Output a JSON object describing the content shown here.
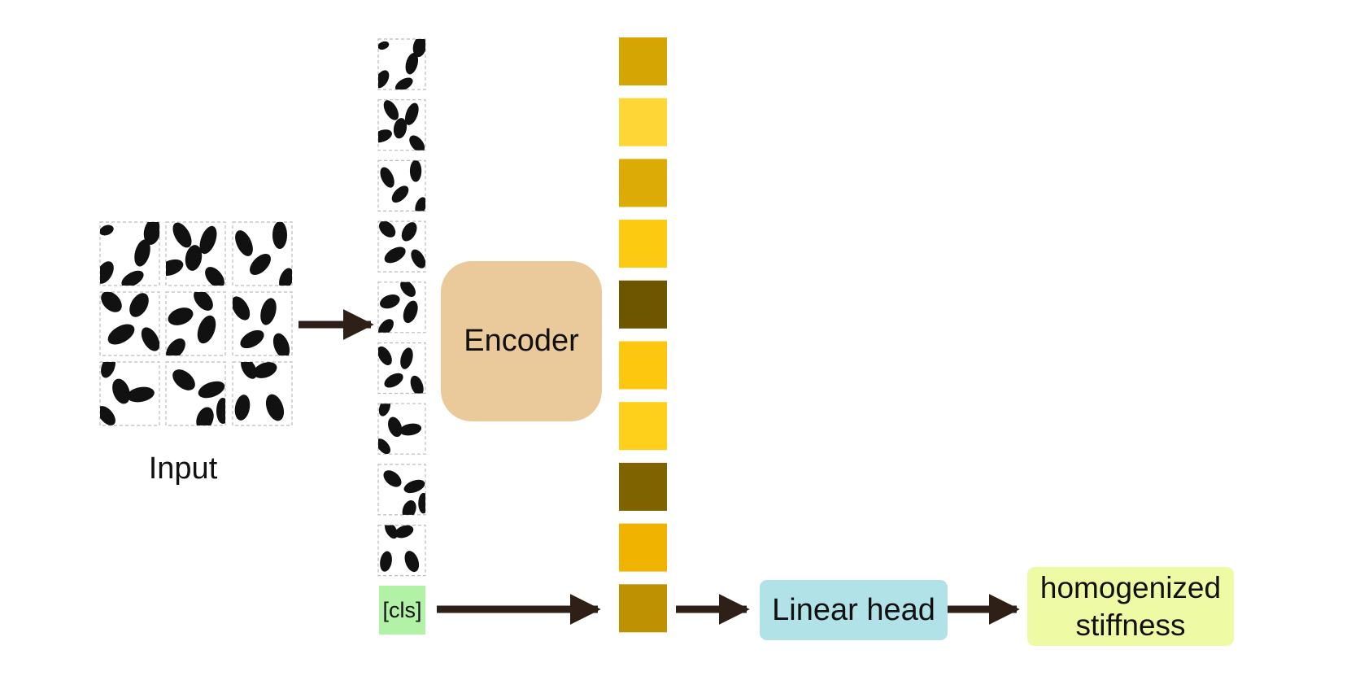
{
  "labels": {
    "input": "Input",
    "encoder": "Encoder",
    "cls": "[cls]",
    "linear_head": "Linear head",
    "output_line1": "homogenized",
    "output_line2": "stiffness"
  },
  "colors": {
    "encoder_fill": "#eac99b",
    "linear_head_fill": "#b0e2e8",
    "output_fill": "#eefba4",
    "cls_fill": "#b1f2a6",
    "arrow": "#2e1f17",
    "ellipse": "#111111",
    "patch_border": "#bbbbbb"
  },
  "embedding_colors": [
    "#d5a503",
    "#fed636",
    "#dcab05",
    "#fdca12",
    "#6e5500",
    "#fec70f",
    "#fed01b",
    "#7e6300",
    "#f0b400",
    "#bd9102"
  ],
  "patch_count": 9,
  "icons": [
    "arrow-right-icon"
  ]
}
